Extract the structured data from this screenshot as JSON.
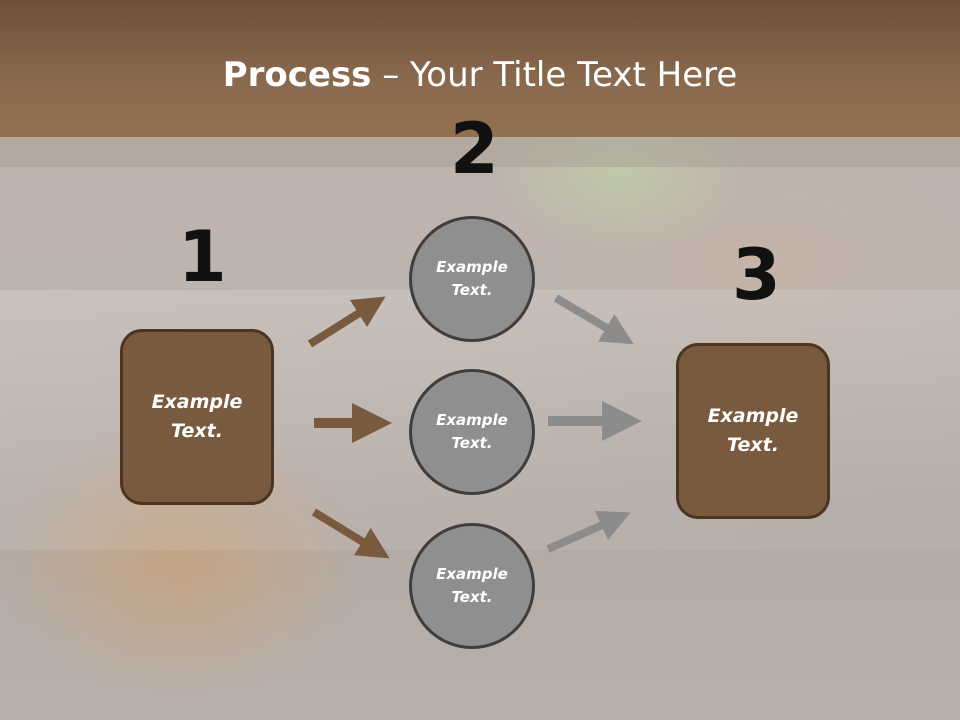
{
  "title": {
    "bold": "Process",
    "rest": " – Your Title Text Here"
  },
  "steps": {
    "one": "1",
    "two": "2",
    "three": "3"
  },
  "boxes": {
    "left": {
      "line1": "Example",
      "line2": "Text."
    },
    "right": {
      "line1": "Example",
      "line2": "Text."
    }
  },
  "circles": [
    {
      "line1": "Example",
      "line2": "Text."
    },
    {
      "line1": "Example",
      "line2": "Text."
    },
    {
      "line1": "Example",
      "line2": "Text."
    }
  ],
  "colors": {
    "brown": "#7a5a3e",
    "gray": "#8f8f8f",
    "arrow_brown": "#7a5a3e",
    "arrow_gray": "#8c8c8c"
  }
}
